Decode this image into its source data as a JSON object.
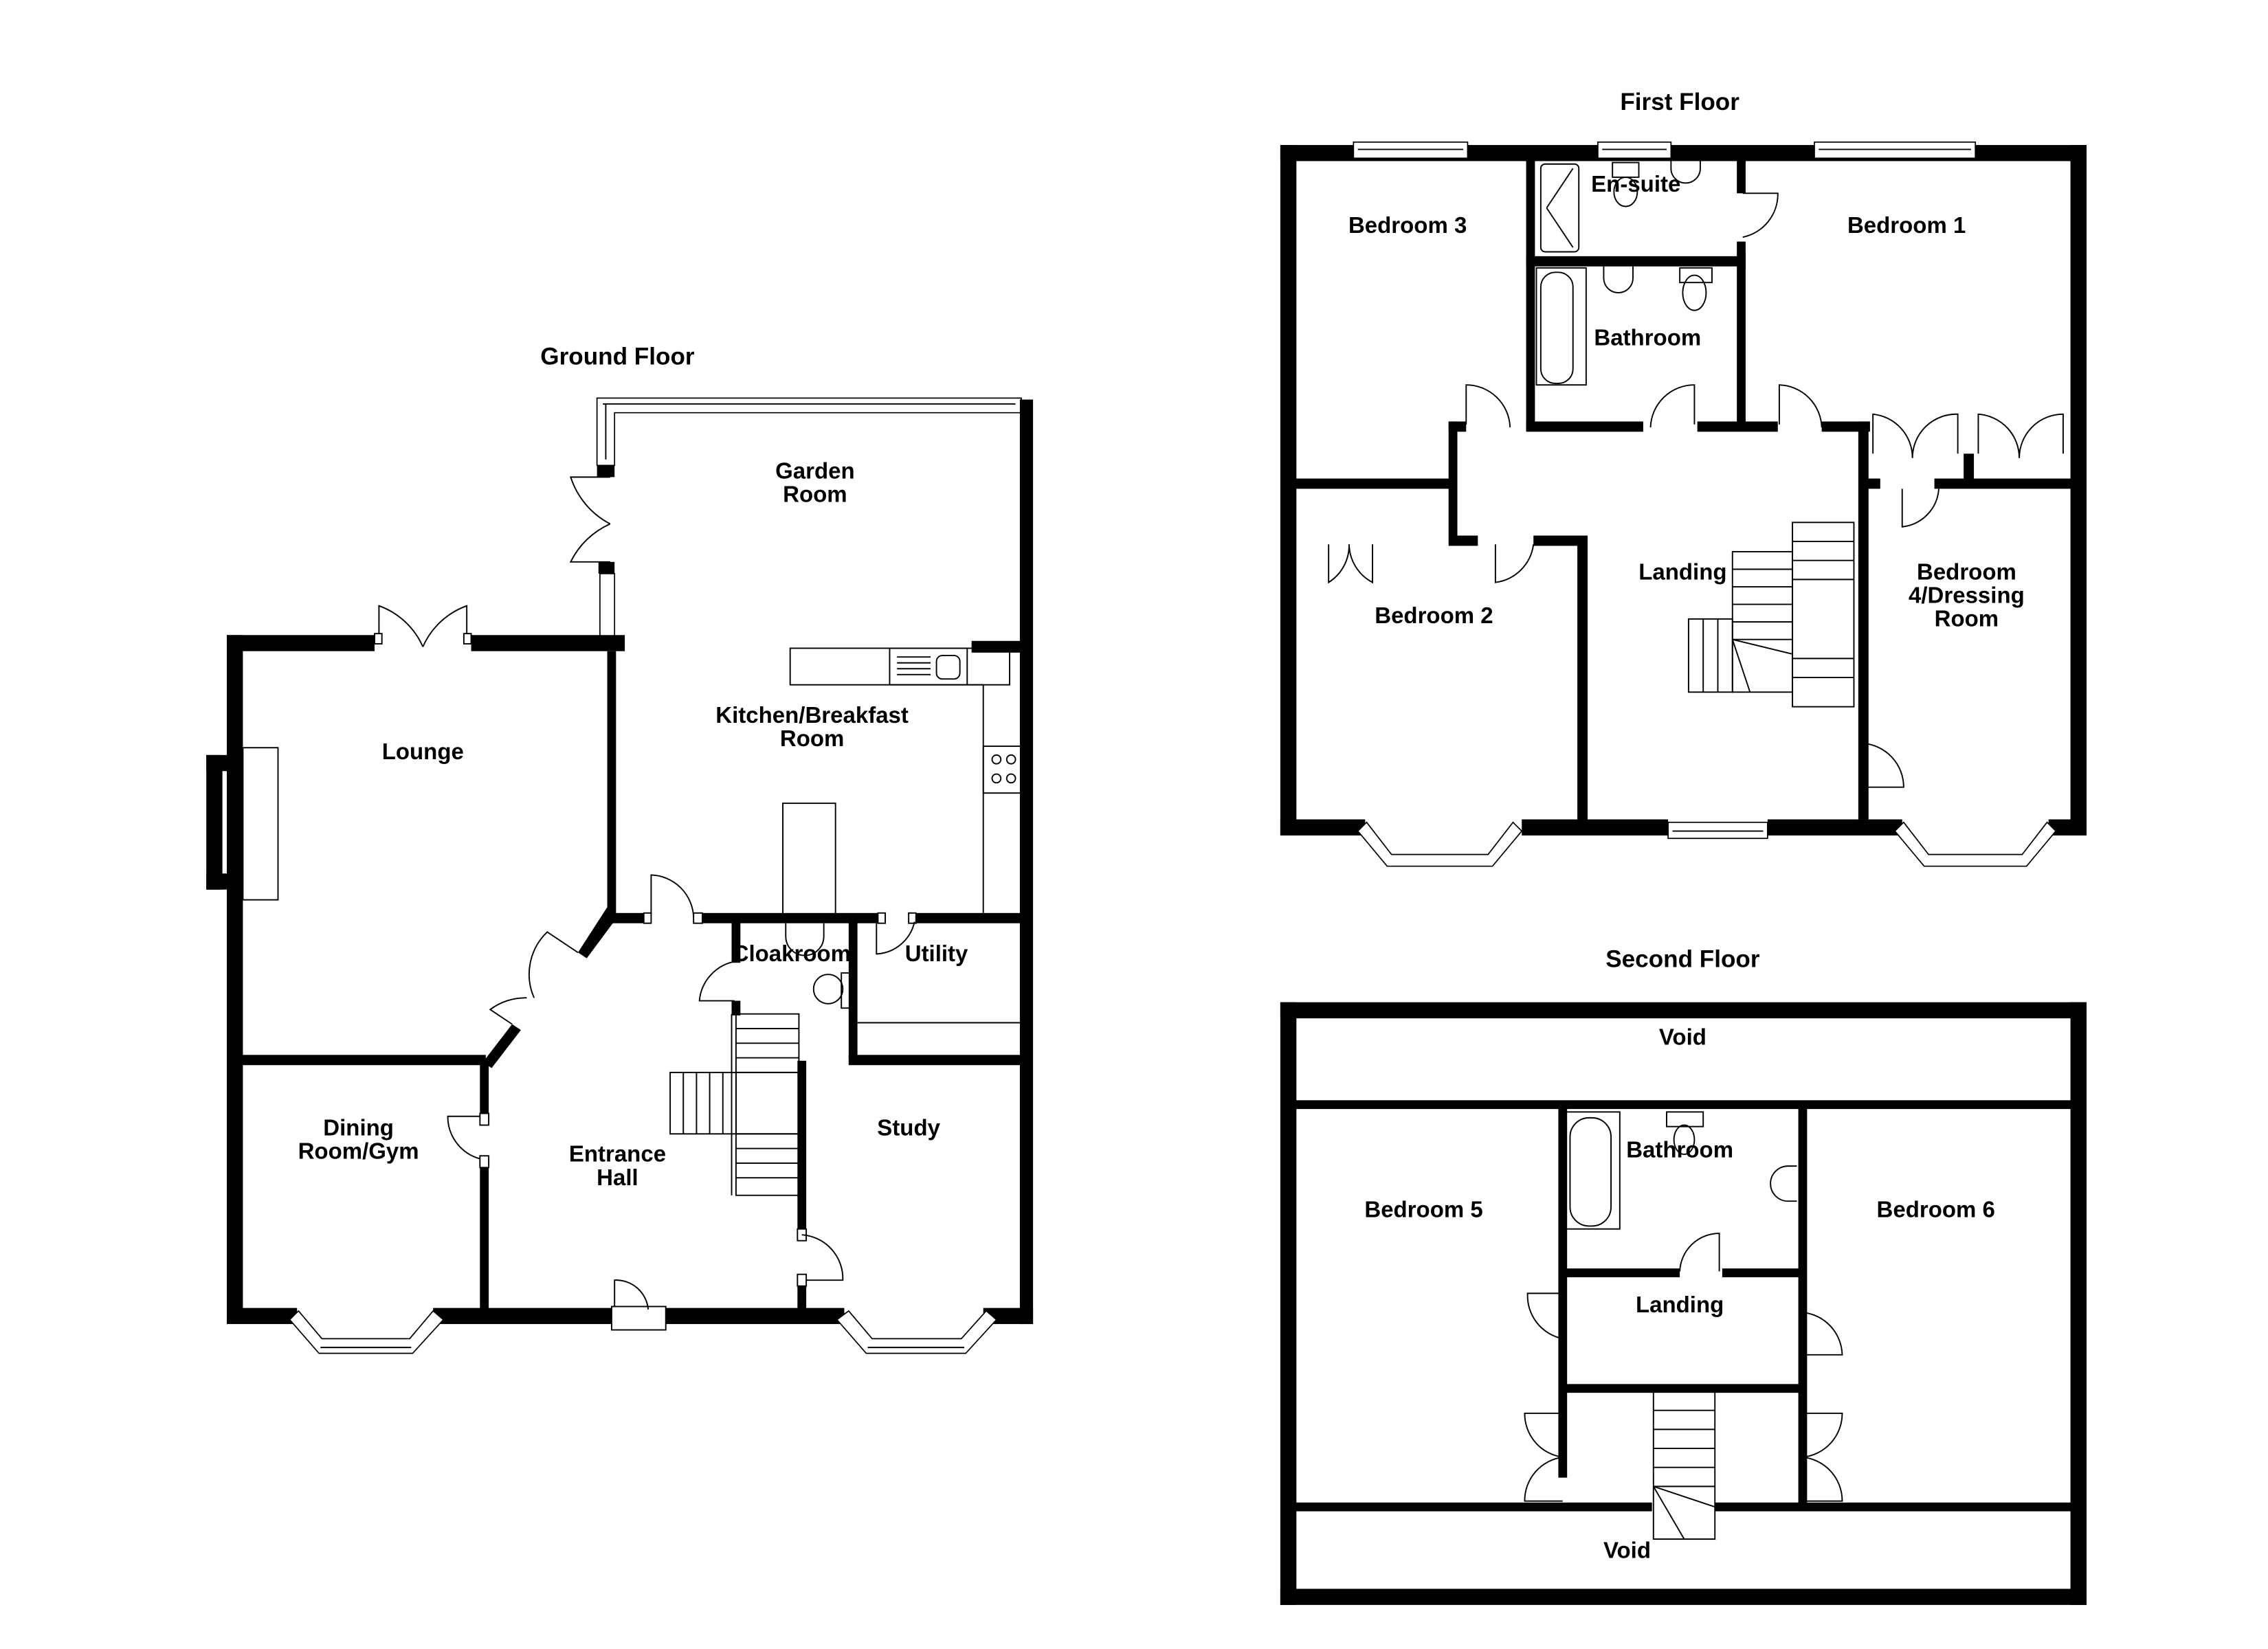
{
  "floors": {
    "ground": {
      "title": "Ground Floor",
      "rooms": {
        "garden_room": [
          "Garden",
          "Room"
        ],
        "lounge": "Lounge",
        "kitchen": [
          "Kitchen/Breakfast",
          "Room"
        ],
        "cloakroom": "Cloakroom",
        "utility": "Utility",
        "dining": [
          "Dining",
          "Room/Gym"
        ],
        "entrance_hall": [
          "Entrance",
          "Hall"
        ],
        "study": "Study"
      }
    },
    "first": {
      "title": "First Floor",
      "rooms": {
        "bedroom3": "Bedroom 3",
        "ensuite": "En-suite",
        "bedroom1": "Bedroom 1",
        "bathroom": "Bathroom",
        "landing": "Landing",
        "bedroom2": "Bedroom 2",
        "bedroom4": [
          "Bedroom",
          "4/Dressing",
          "Room"
        ]
      }
    },
    "second": {
      "title": "Second Floor",
      "rooms": {
        "void_top": "Void",
        "bathroom": "Bathroom",
        "bedroom5": "Bedroom 5",
        "bedroom6": "Bedroom 6",
        "landing": "Landing",
        "void_bottom": "Void"
      }
    }
  },
  "colors": {
    "wall": "#000000",
    "background": "#ffffff"
  }
}
